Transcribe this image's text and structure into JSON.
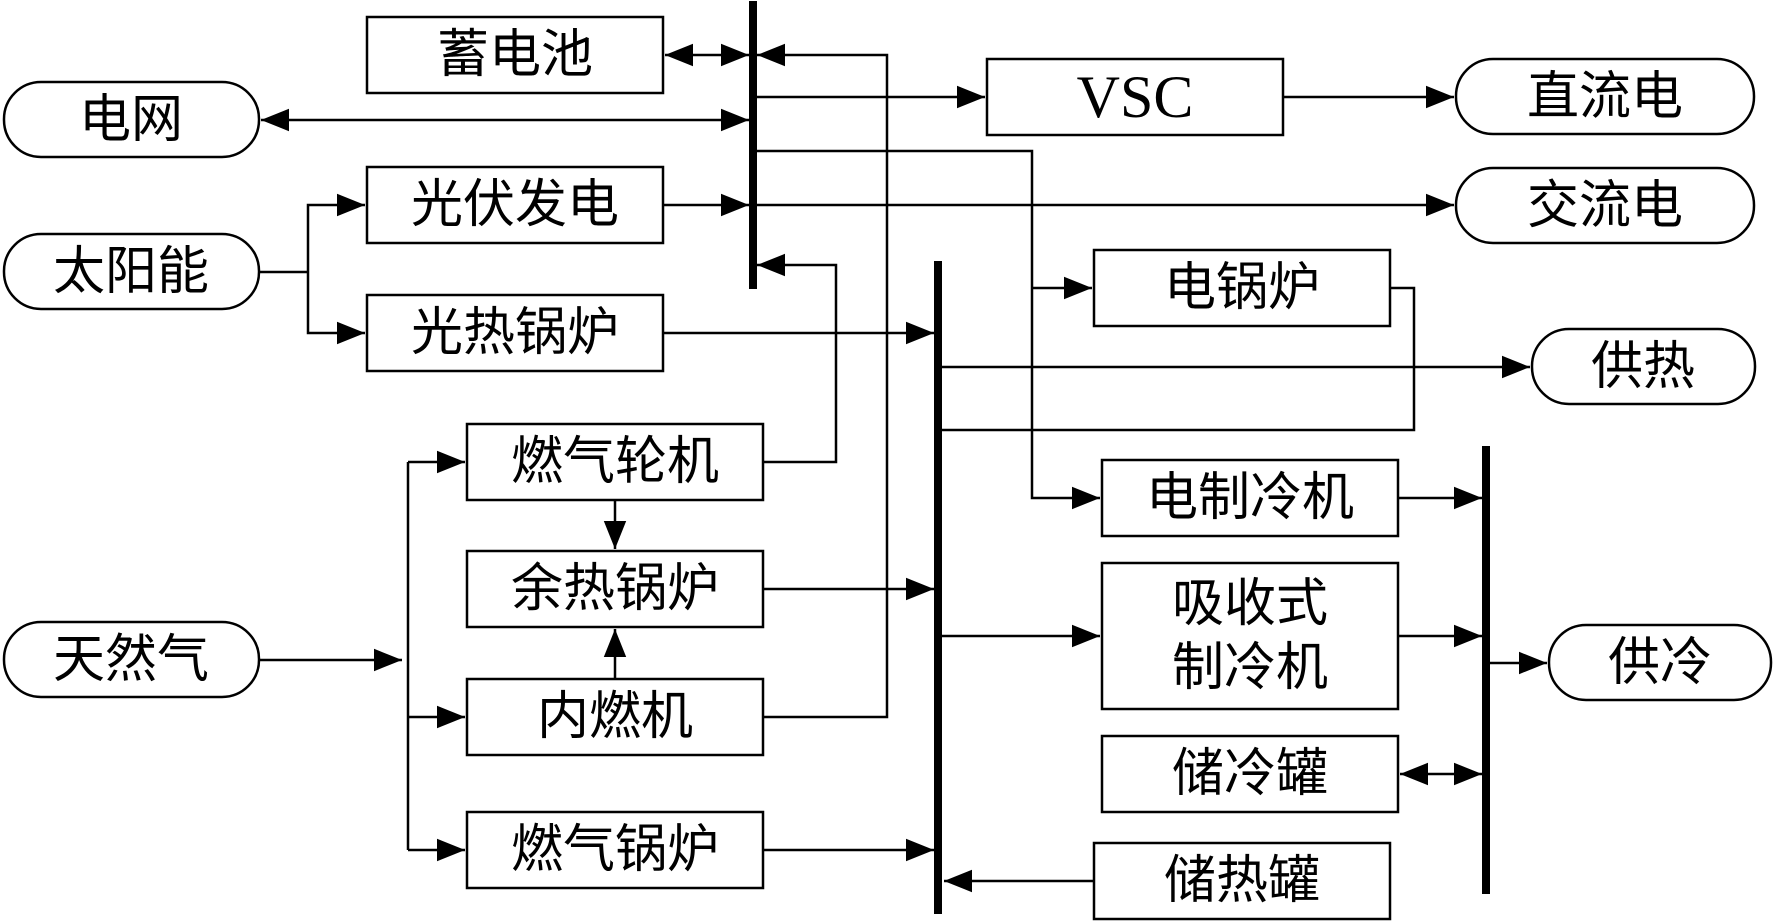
{
  "terminals": {
    "grid": "电网",
    "solar": "太阳能",
    "natural_gas": "天然气",
    "dc_power": "直流电",
    "ac_power": "交流电",
    "heat_supply": "供热",
    "cool_supply": "供冷"
  },
  "units": {
    "battery": "蓄电池",
    "pv": "光伏发电",
    "solar_thermal_boiler": "光热锅炉",
    "gas_turbine": "燃气轮机",
    "waste_heat_boiler": "余热锅炉",
    "ice": "内燃机",
    "gas_boiler": "燃气锅炉",
    "vsc": "VSC",
    "electric_boiler": "电锅炉",
    "electric_chiller": "电制冷机",
    "absorption_chiller_line1": "吸收式",
    "absorption_chiller_line2": "制冷机",
    "cold_storage": "储冷罐",
    "heat_storage": "储热罐"
  }
}
